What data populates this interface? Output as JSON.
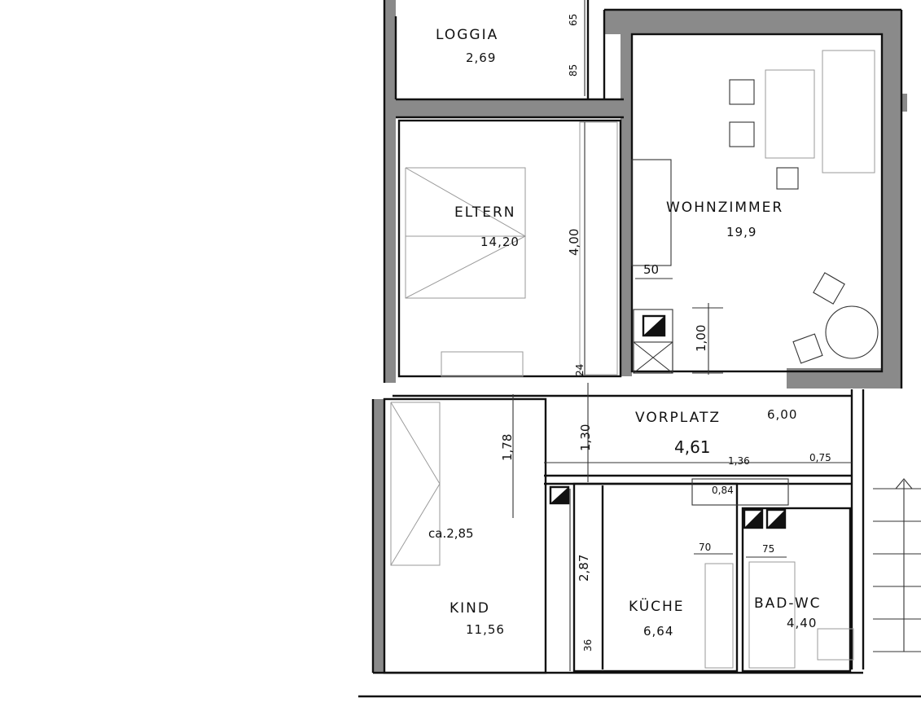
{
  "rooms": {
    "loggia": {
      "name": "LOGGIA",
      "area": "2,69"
    },
    "eltern": {
      "name": "ELTERN",
      "area": "14,20"
    },
    "wohnzimmer": {
      "name": "WOHNZIMMER",
      "area": "19,9"
    },
    "vorplatz": {
      "name": "VORPLATZ",
      "area": "6,00"
    },
    "kind": {
      "name": "KIND",
      "area": "11,56"
    },
    "kueche": {
      "name": "KÜCHE",
      "area": "6,64"
    },
    "bad": {
      "name": "BAD-WC",
      "area": "4,40"
    }
  },
  "dimensions": {
    "d1": "65",
    "d2": "85",
    "d3": "4,00",
    "d4": "50",
    "d5": "1,00",
    "d6": "24",
    "d7": "1,30",
    "d8": "1,78",
    "d9": "4,61",
    "d10": "1,36",
    "d11": "0,75",
    "d12": "0,84",
    "d13": "ca.2,85",
    "d14": "2,87",
    "d15": "70",
    "d16": "75",
    "d17": "36"
  },
  "colors": {
    "ink": "#111111",
    "wall": "#8a8a8a",
    "paper": "#ffffff"
  }
}
